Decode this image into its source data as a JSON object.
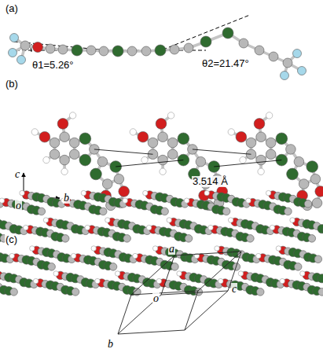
{
  "diagram": {
    "labels": [
      "(a)",
      "θ1=5.26°",
      "θ2=21.47°",
      "(b)",
      "3.514 Å",
      "c",
      "o",
      "b",
      "(c)",
      "a",
      "o",
      "c",
      "b"
    ]
  }
}
